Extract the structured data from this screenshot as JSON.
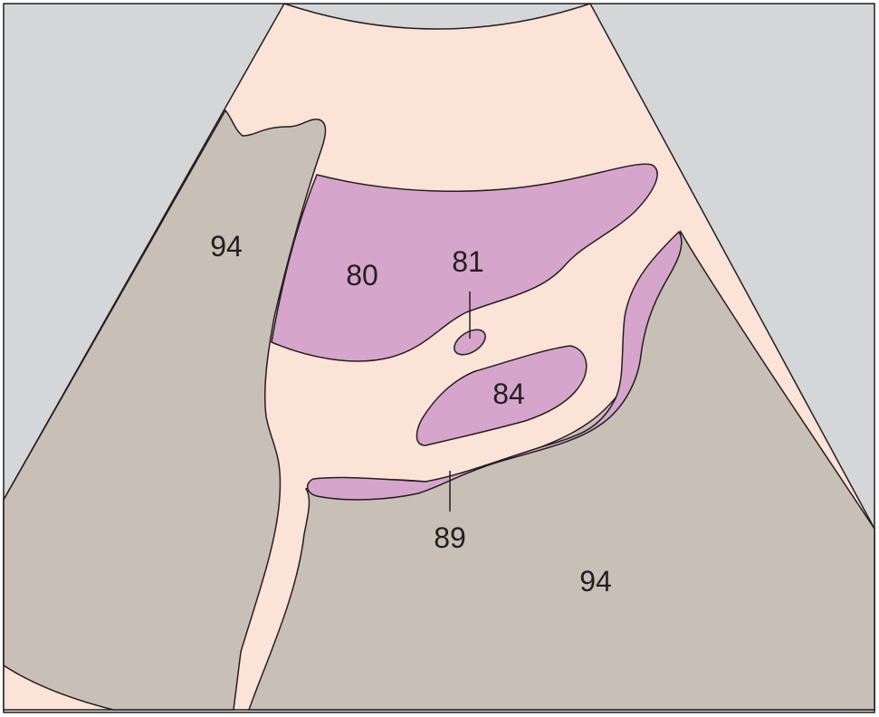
{
  "colors": {
    "background": "#d5d6d8",
    "sector_fill": "#fce3d7",
    "structure_purple": "#d6a5cb",
    "tissue_gray": "#c8bfb6",
    "outline": "#231f20"
  },
  "labels": {
    "left_region": "94",
    "upper_structure": "80",
    "small_structure": "81",
    "middle_structure": "84",
    "lower_strip": "89",
    "right_region": "94"
  }
}
